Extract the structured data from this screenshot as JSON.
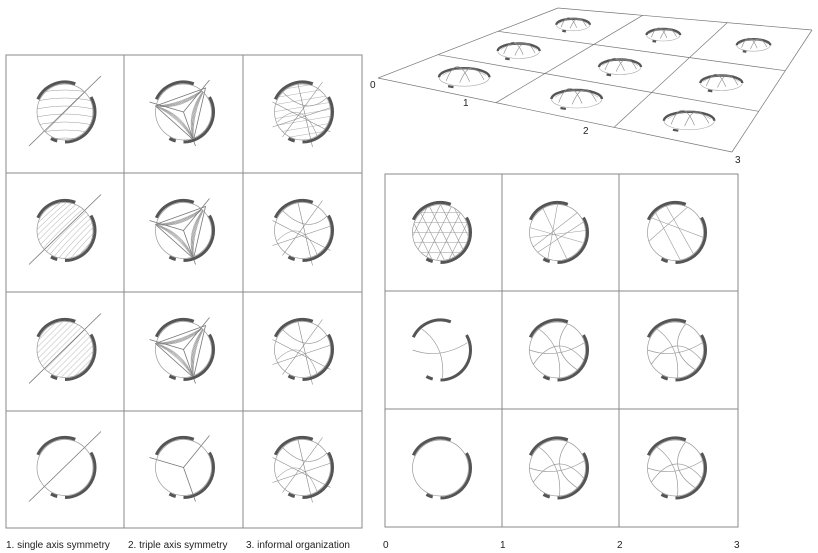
{
  "left_grid": {
    "column_labels": [
      "1. single axis symmetry",
      "2. triple axis symmetry",
      "3. informal organization"
    ]
  },
  "right_grid": {
    "axis_labels": [
      "0",
      "1",
      "2",
      "3"
    ]
  },
  "perspective_grid": {
    "axis_labels": [
      "0",
      "1",
      "2",
      "3"
    ]
  },
  "colors": {
    "frame": "#8a8a8a",
    "arc": "#555555",
    "hatch": "#9a9a9a"
  }
}
